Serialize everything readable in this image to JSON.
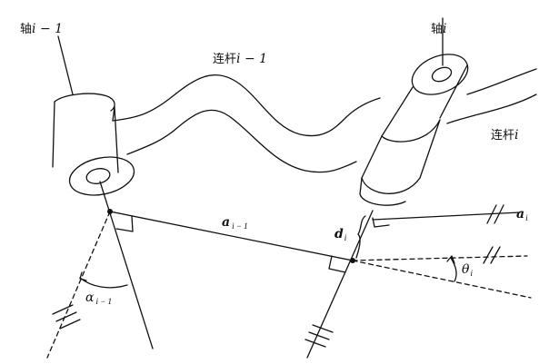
{
  "labels": {
    "axis_prev": {
      "cn": "轴",
      "var": "i − 1"
    },
    "axis_cur": {
      "cn": "轴",
      "var": "i"
    },
    "link_prev": {
      "cn": "连杆",
      "var": "i − 1"
    },
    "link_cur": {
      "cn": "连杆",
      "var": "i"
    },
    "a_prev": {
      "sym": "a",
      "sub": "i − 1"
    },
    "a_cur": {
      "sym": "a",
      "sub": "i"
    },
    "d_cur": {
      "sym": "d",
      "sub": "i"
    },
    "alpha_prev": {
      "sym": "α",
      "sub": "i − 1"
    },
    "theta_cur": {
      "sym": "θ",
      "sub": "i"
    }
  }
}
